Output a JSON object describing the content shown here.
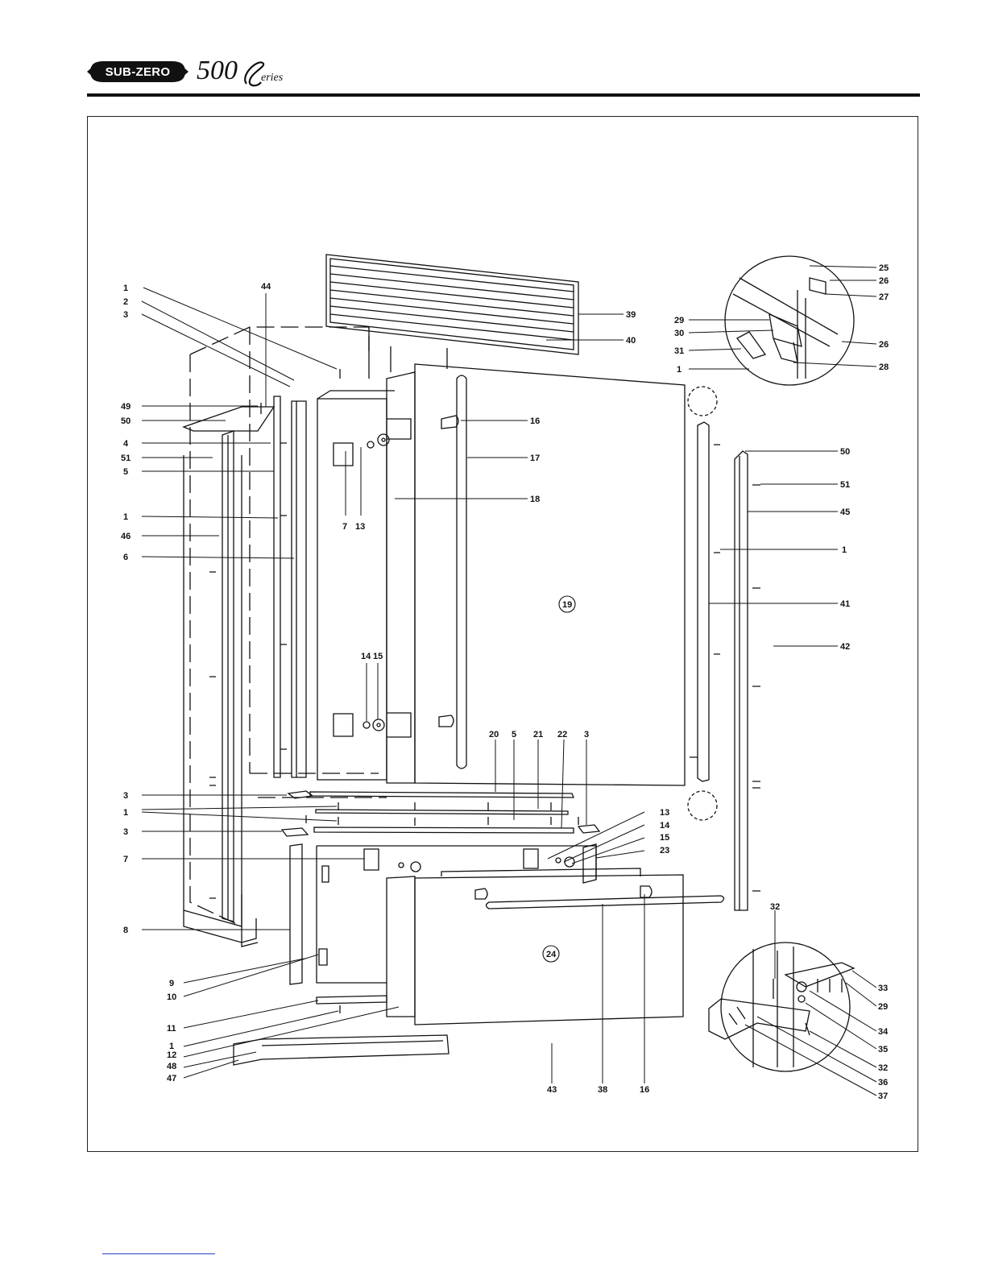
{
  "header": {
    "brand": "SUB-ZERO",
    "series_mark": "500 Series"
  },
  "diagram": {
    "labels": {
      "l1a": "1",
      "l2": "2",
      "l3a": "3",
      "l44": "44",
      "l49": "49",
      "l50a": "50",
      "l4": "4",
      "l51a": "51",
      "l5a": "5",
      "l1b": "1",
      "l46": "46",
      "l6": "6",
      "l3b": "3",
      "l1c": "1",
      "l3c": "3",
      "l7a": "7",
      "l8": "8",
      "l9": "9",
      "l10": "10",
      "l11": "11",
      "l1d": "1",
      "l12": "12",
      "l48": "48",
      "l47": "47",
      "l39": "39",
      "l40": "40",
      "l16a": "16",
      "l17": "17",
      "l18": "18",
      "l7b": "7",
      "l13a": "13",
      "l19": "19",
      "l14a": "14",
      "l15a": "15",
      "l20": "20",
      "l5b": "5",
      "l21": "21",
      "l22": "22",
      "l3d": "3",
      "l13b": "13",
      "l14b": "14",
      "l15b": "15",
      "l23": "23",
      "l24": "24",
      "l43": "43",
      "l38": "38",
      "l16b": "16",
      "l25": "25",
      "l26a": "26",
      "l27": "27",
      "l29a": "29",
      "l30": "30",
      "l31": "31",
      "l26b": "26",
      "l1e": "1",
      "l28": "28",
      "l50b": "50",
      "l51b": "51",
      "l45": "45",
      "l1f": "1",
      "l41": "41",
      "l42": "42",
      "l32a": "32",
      "l33": "33",
      "l29b": "29",
      "l34": "34",
      "l35": "35",
      "l32b": "32",
      "l36": "36",
      "l37": "37"
    }
  }
}
